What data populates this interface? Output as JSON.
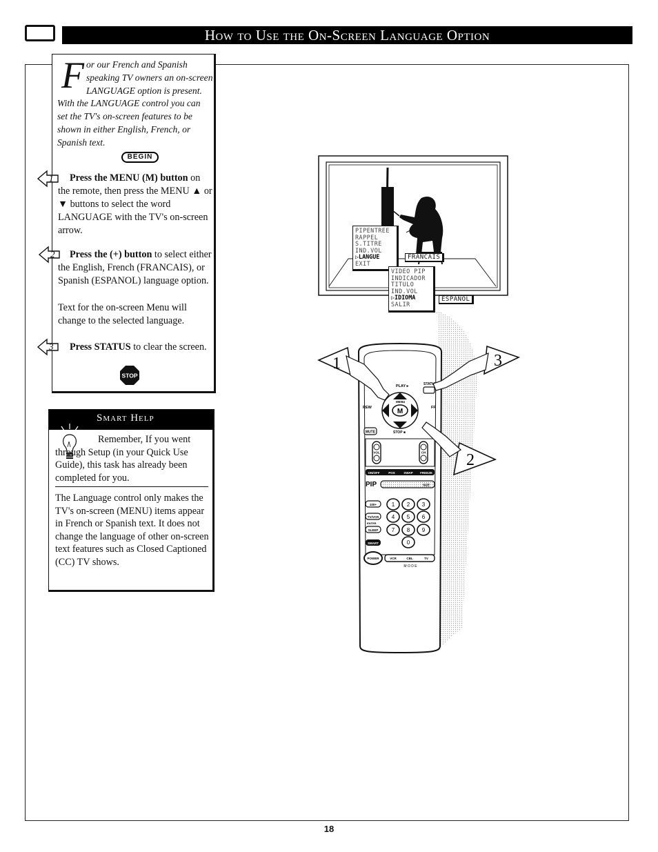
{
  "header": {
    "title": "How to Use the On-Screen Language Option"
  },
  "intro": {
    "dropcap": "F",
    "text": "or our French and Spanish speaking TV owners an on-screen LANGUAGE option is present. With the LANGUAGE control you can set the TV's on-screen features to be shown in either English, French, or Spanish text."
  },
  "begin_label": "BEGIN",
  "steps": [
    {
      "num": "1",
      "bold": "Press the MENU (M) button",
      "rest": " on the remote, then press the MENU ▲ or ▼ buttons to select the word LANGUAGE with the TV's on-screen arrow."
    },
    {
      "num": "2",
      "bold": "Press the (+) button",
      "rest": " to select either the English, French (FRANCAIS), or Spanish (ESPANOL) language option."
    },
    {
      "num": "3",
      "bold": "Press STATUS",
      "rest": " to clear the screen."
    }
  ],
  "step_note": "Text for the on-screen Menu will change to the selected language.",
  "stop_label": "STOP",
  "smart_help": {
    "title": "Smart Help",
    "p1": "Remember, If you went through Setup (in your Quick Use Guide), this task has already been completed for you.",
    "p2": "The Language control only makes the TV's on-screen (MENU) items appear in French or Spanish text. It does not change the language of other on-screen text features such as Closed Captioned (CC) TV shows."
  },
  "french_menu": {
    "items": [
      "PIPENTREE",
      "RAPPEL",
      "S.TITRE",
      "IND.VOL"
    ],
    "selected": "LANGUE",
    "last": "EXIT",
    "value": "FRANCAIS"
  },
  "spanish_menu": {
    "items": [
      "VIDEO PIP",
      "INDICADOR",
      "TITULO",
      "IND.VOL"
    ],
    "selected": "IDIOMA",
    "last": "SALIR",
    "value": "ESPANOL"
  },
  "callouts": [
    "1",
    "2",
    "3"
  ],
  "remote": {
    "play": "PLAY ▸",
    "status": "STATUS",
    "rew": "REW",
    "ff": "FF",
    "menu": "MENU",
    "m": "M",
    "mute": "MUTE",
    "stop": "STOP ■",
    "vol": "VOL",
    "ch": "CH",
    "pip_row": [
      "ON/OFF",
      "POS",
      "SWAP",
      "FREEZE"
    ],
    "pip": "PIP",
    "size": "SIZE",
    "left_keys": [
      "100+",
      "TV/VCR",
      "SLEEP",
      "SMART"
    ],
    "enter": "ENTER",
    "digits": [
      "1",
      "2",
      "3",
      "4",
      "5",
      "6",
      "7",
      "8",
      "9",
      "0"
    ],
    "power": "POWER",
    "modes": [
      "VCR",
      "CBL",
      "TV"
    ],
    "mode_label": "M O D E"
  },
  "page_number": "18"
}
